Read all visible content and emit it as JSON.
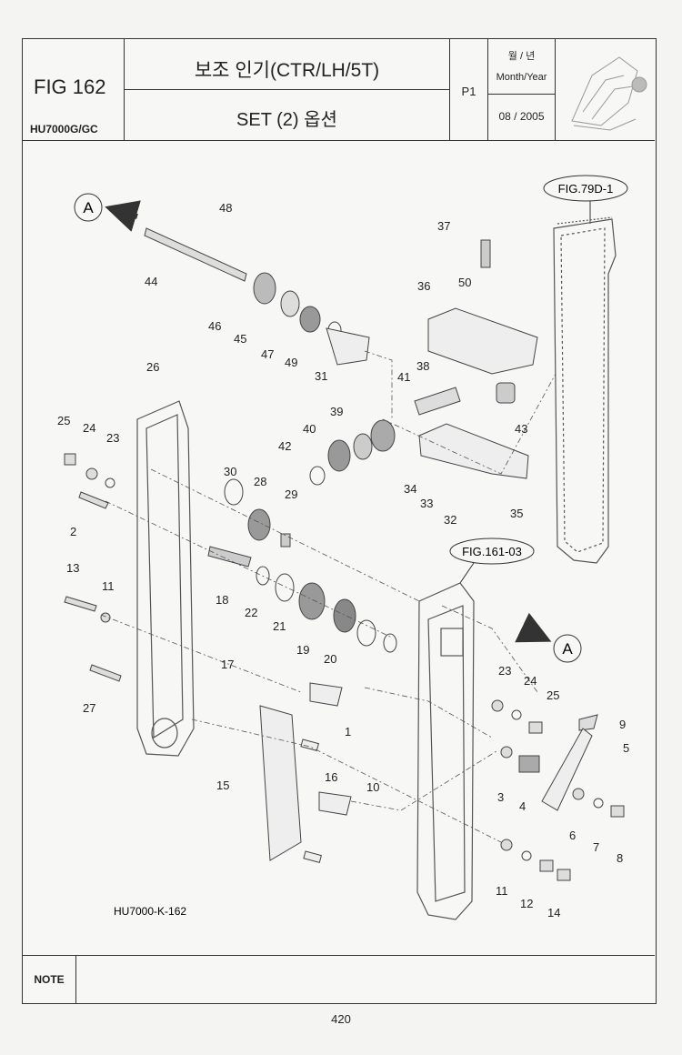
{
  "header": {
    "fig_label": "FIG 162",
    "model": "HU7000G/GC",
    "title_line1": "보조 인기(CTR/LH/5T)",
    "title_line2": "SET (2) 옵션",
    "page_code": "P1",
    "date_label_kr": "월 / 년",
    "date_label_en": "Month/Year",
    "date_value": "08 / 2005"
  },
  "diagram": {
    "callouts": [
      "FIG.79D-1",
      "FIG.161-03"
    ],
    "arrow_marker": "A",
    "drawing_code": "HU7000-K-162",
    "part_numbers": [
      "48",
      "44",
      "46",
      "45",
      "47",
      "49",
      "31",
      "37",
      "50",
      "36",
      "38",
      "41",
      "43",
      "26",
      "25",
      "24",
      "23",
      "2",
      "40",
      "42",
      "39",
      "34",
      "33",
      "32",
      "35",
      "30",
      "28",
      "29",
      "18",
      "22",
      "21",
      "19",
      "20",
      "13",
      "11",
      "27",
      "17",
      "1",
      "15",
      "16",
      "10",
      "23",
      "24",
      "25",
      "9",
      "5",
      "3",
      "4",
      "6",
      "7",
      "8",
      "11",
      "12",
      "14"
    ]
  },
  "footer": {
    "note_label": "NOTE",
    "page_number": "420"
  }
}
